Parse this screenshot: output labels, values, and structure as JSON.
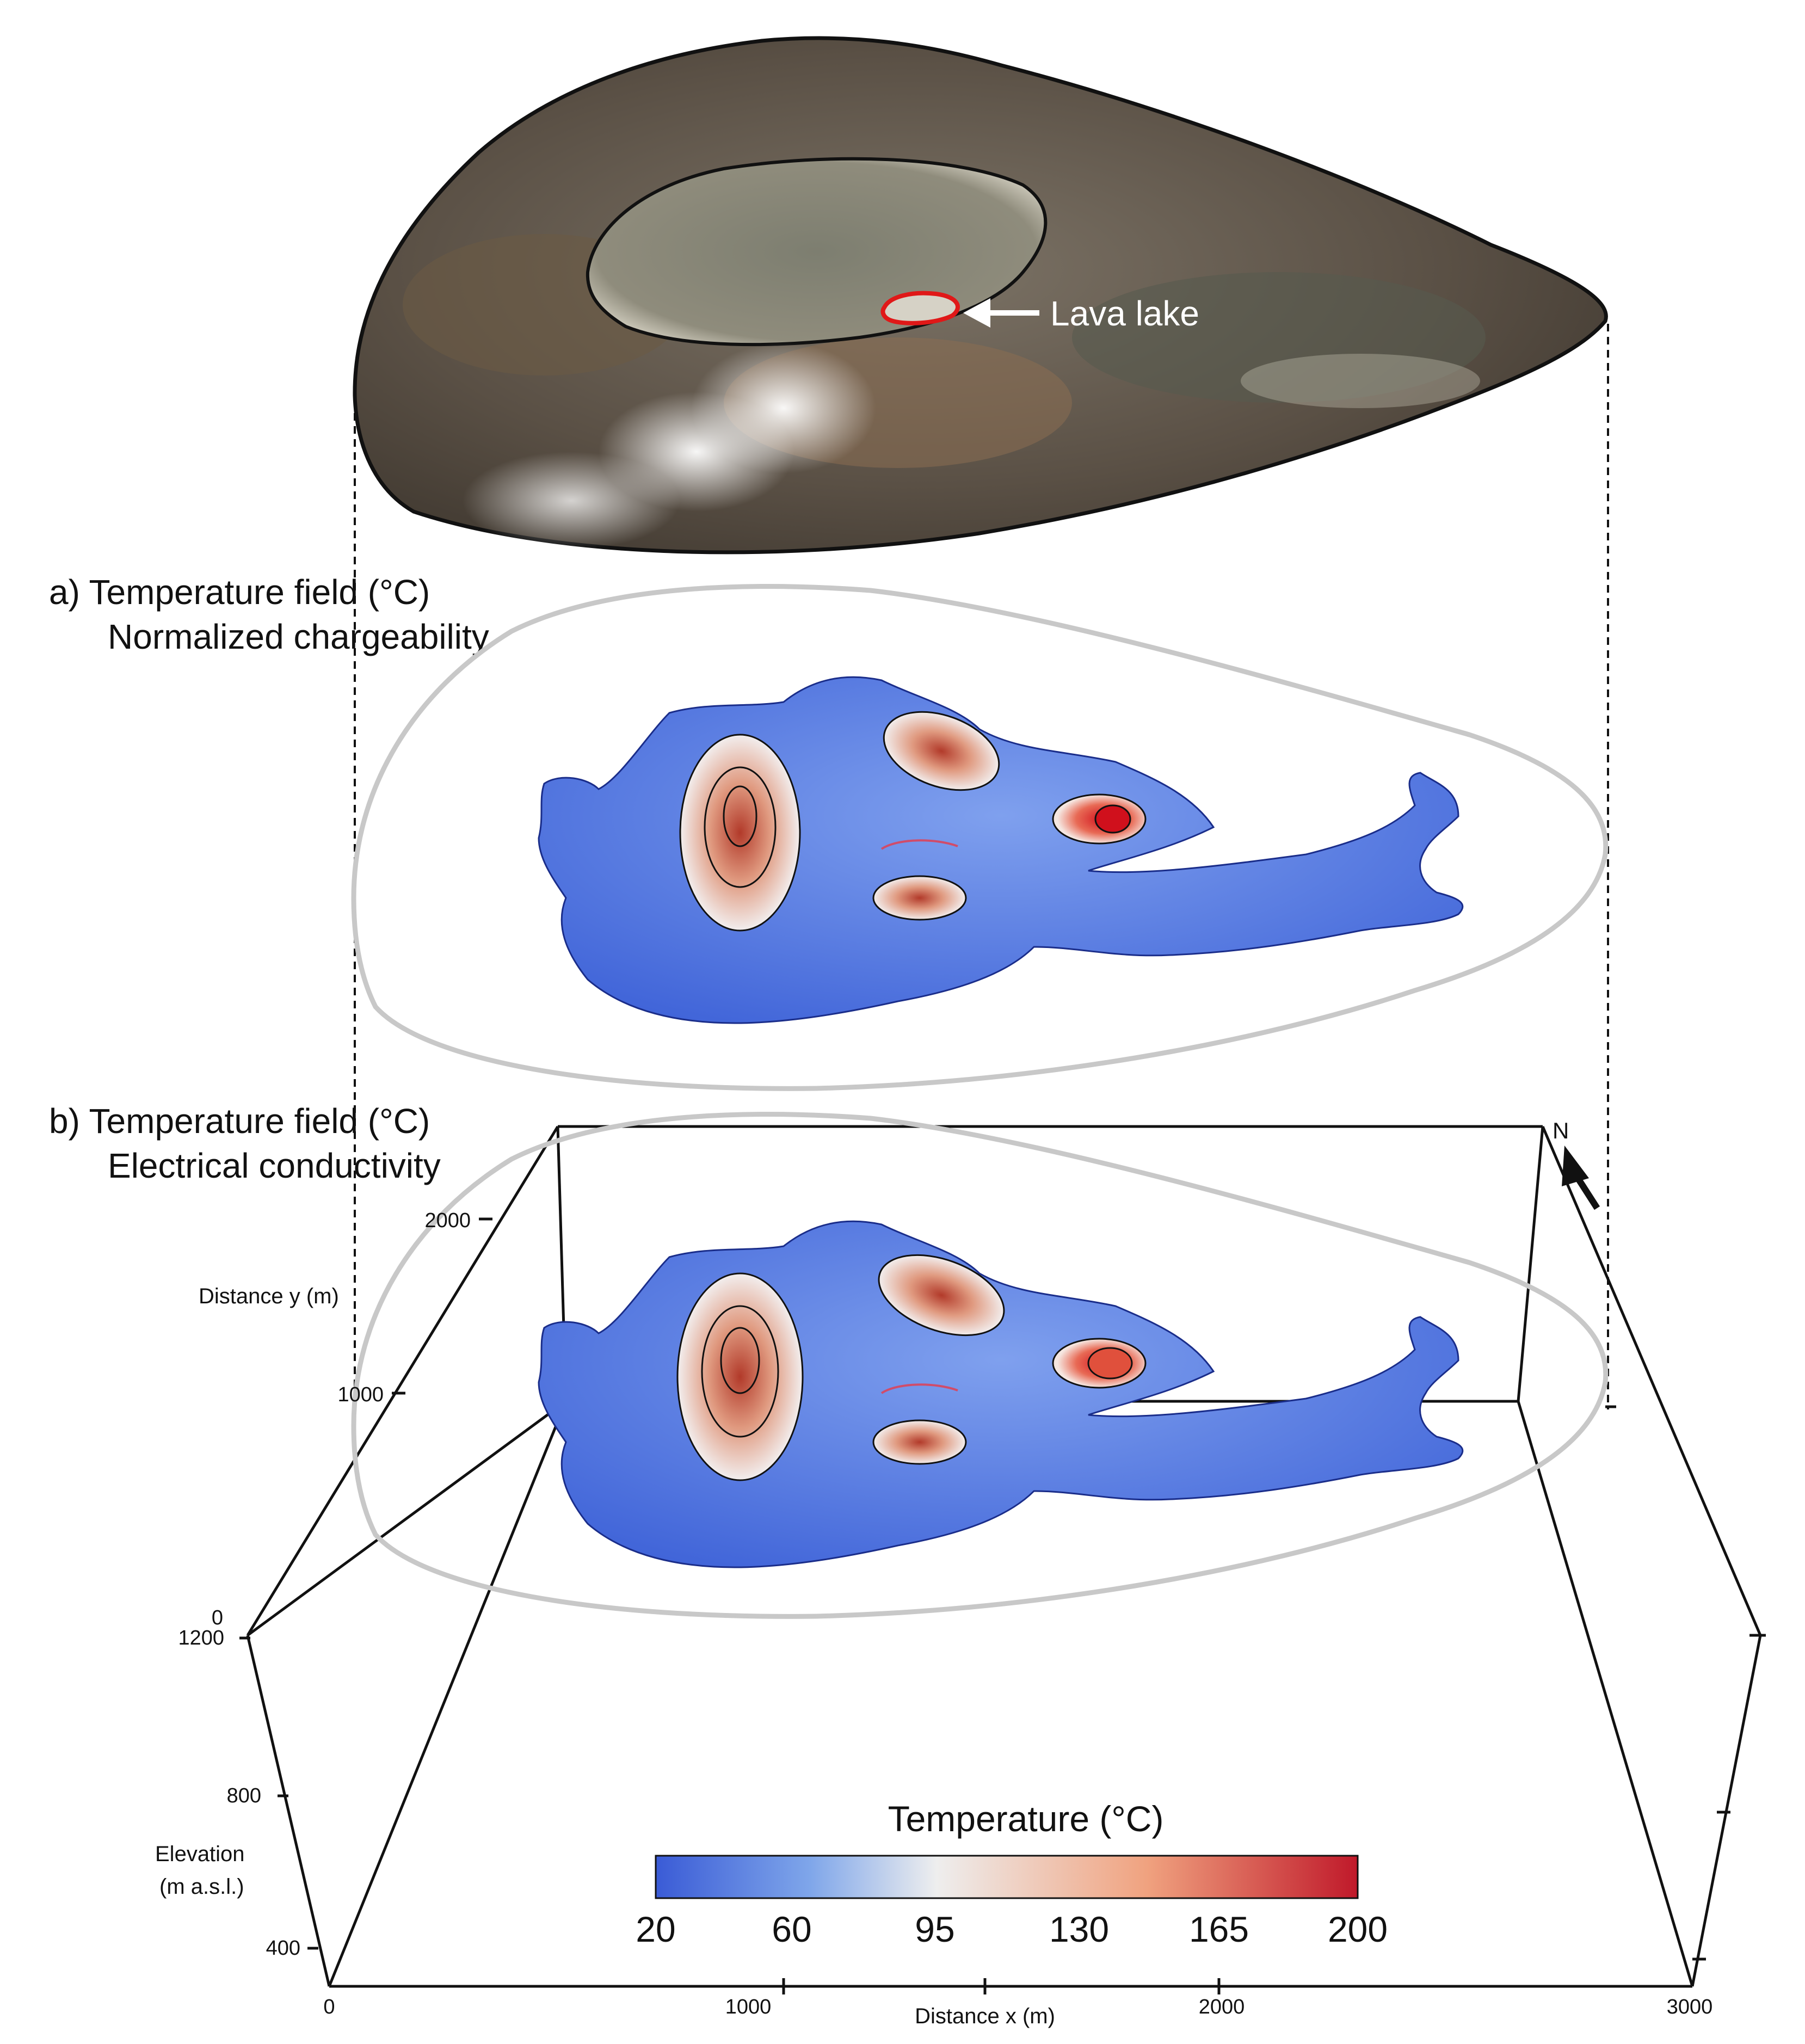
{
  "photo": {
    "annotation": "Lava lake"
  },
  "panel_a": {
    "title_line1": "a) Temperature field (°C)",
    "title_line2": "Normalized chargeability"
  },
  "panel_b": {
    "title_line1": "b) Temperature field (°C)",
    "title_line2": "Electrical conductivity"
  },
  "axes": {
    "y_label": "Distance y (m)",
    "y_ticks": [
      "2000",
      "1000",
      "0"
    ],
    "x_label": "Distance x (m)",
    "x_ticks": [
      "0",
      "1000",
      "2000",
      "3000"
    ],
    "z_label_line1": "Elevation",
    "z_label_line2": "(m a.s.l.)",
    "z_ticks": [
      "1200",
      "800",
      "400"
    ]
  },
  "north_label": "N",
  "colorbar": {
    "title": "Temperature (°C)",
    "ticks": [
      "20",
      "60",
      "95",
      "130",
      "165",
      "200"
    ],
    "colors": [
      "#3a5bd6",
      "#7fa6ea",
      "#eeeeee",
      "#f0a27f",
      "#c0192a"
    ]
  }
}
